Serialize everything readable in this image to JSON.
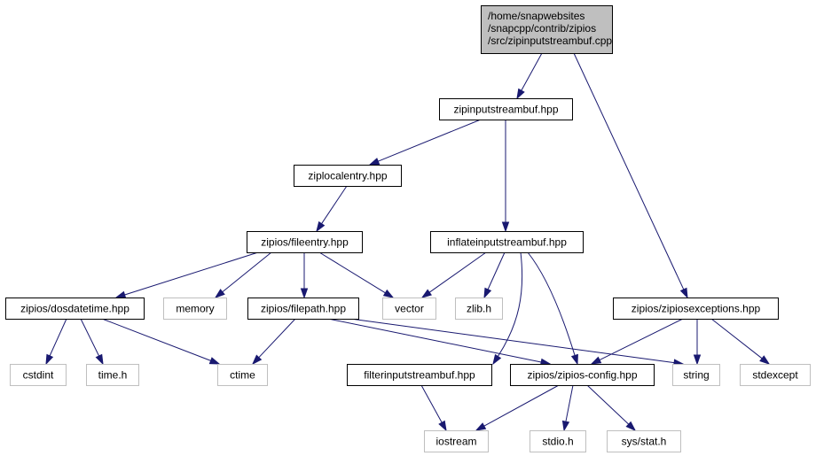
{
  "diagram": {
    "colors": {
      "edge": "#191970",
      "root_fill": "#bfbfbf",
      "external_border": "#bfbfbf",
      "node_border": "#000000"
    },
    "nodes": [
      {
        "id": "root",
        "kind": "root",
        "lines": [
          "/home/snapwebsites",
          "/snapcpp/contrib/zipios",
          "/src/zipinputstreambuf.cpp"
        ]
      },
      {
        "id": "zipinputstreambuf_hpp",
        "kind": "file",
        "lines": [
          "zipinputstreambuf.hpp"
        ]
      },
      {
        "id": "ziplocalentry_hpp",
        "kind": "file",
        "lines": [
          "ziplocalentry.hpp"
        ]
      },
      {
        "id": "fileentry_hpp",
        "kind": "file",
        "lines": [
          "zipios/fileentry.hpp"
        ]
      },
      {
        "id": "inflateinputstreambuf_hpp",
        "kind": "file",
        "lines": [
          "inflateinputstreambuf.hpp"
        ]
      },
      {
        "id": "dosdatetime_hpp",
        "kind": "file",
        "lines": [
          "zipios/dosdatetime.hpp"
        ]
      },
      {
        "id": "memory",
        "kind": "external",
        "lines": [
          "memory"
        ]
      },
      {
        "id": "filepath_hpp",
        "kind": "file",
        "lines": [
          "zipios/filepath.hpp"
        ]
      },
      {
        "id": "vector",
        "kind": "external",
        "lines": [
          "vector"
        ]
      },
      {
        "id": "zlib_h",
        "kind": "external",
        "lines": [
          "zlib.h"
        ]
      },
      {
        "id": "zipiosexceptions_hpp",
        "kind": "file",
        "lines": [
          "zipios/zipiosexceptions.hpp"
        ]
      },
      {
        "id": "cstdint",
        "kind": "external",
        "lines": [
          "cstdint"
        ]
      },
      {
        "id": "time_h",
        "kind": "external",
        "lines": [
          "time.h"
        ]
      },
      {
        "id": "ctime",
        "kind": "external",
        "lines": [
          "ctime"
        ]
      },
      {
        "id": "filterinputstreambuf_hpp",
        "kind": "file",
        "lines": [
          "filterinputstreambuf.hpp"
        ]
      },
      {
        "id": "zipios_config_hpp",
        "kind": "file",
        "lines": [
          "zipios/zipios-config.hpp"
        ]
      },
      {
        "id": "string",
        "kind": "external",
        "lines": [
          "string"
        ]
      },
      {
        "id": "stdexcept",
        "kind": "external",
        "lines": [
          "stdexcept"
        ]
      },
      {
        "id": "iostream",
        "kind": "external",
        "lines": [
          "iostream"
        ]
      },
      {
        "id": "stdio_h",
        "kind": "external",
        "lines": [
          "stdio.h"
        ]
      },
      {
        "id": "sys_stat_h",
        "kind": "external",
        "lines": [
          "sys/stat.h"
        ]
      }
    ],
    "edges": [
      {
        "from": "root",
        "to": "zipinputstreambuf_hpp"
      },
      {
        "from": "root",
        "to": "zipiosexceptions_hpp"
      },
      {
        "from": "zipinputstreambuf_hpp",
        "to": "ziplocalentry_hpp"
      },
      {
        "from": "zipinputstreambuf_hpp",
        "to": "inflateinputstreambuf_hpp"
      },
      {
        "from": "ziplocalentry_hpp",
        "to": "fileentry_hpp"
      },
      {
        "from": "fileentry_hpp",
        "to": "dosdatetime_hpp"
      },
      {
        "from": "fileentry_hpp",
        "to": "memory"
      },
      {
        "from": "fileentry_hpp",
        "to": "filepath_hpp"
      },
      {
        "from": "fileentry_hpp",
        "to": "vector"
      },
      {
        "from": "inflateinputstreambuf_hpp",
        "to": "vector"
      },
      {
        "from": "inflateinputstreambuf_hpp",
        "to": "zlib_h"
      },
      {
        "from": "inflateinputstreambuf_hpp",
        "to": "filterinputstreambuf_hpp"
      },
      {
        "from": "inflateinputstreambuf_hpp",
        "to": "zipios_config_hpp"
      },
      {
        "from": "dosdatetime_hpp",
        "to": "cstdint"
      },
      {
        "from": "dosdatetime_hpp",
        "to": "time_h"
      },
      {
        "from": "dosdatetime_hpp",
        "to": "ctime"
      },
      {
        "from": "filepath_hpp",
        "to": "ctime"
      },
      {
        "from": "filepath_hpp",
        "to": "zipios_config_hpp"
      },
      {
        "from": "filepath_hpp",
        "to": "string"
      },
      {
        "from": "zipiosexceptions_hpp",
        "to": "zipios_config_hpp"
      },
      {
        "from": "zipiosexceptions_hpp",
        "to": "string"
      },
      {
        "from": "zipiosexceptions_hpp",
        "to": "stdexcept"
      },
      {
        "from": "filterinputstreambuf_hpp",
        "to": "iostream"
      },
      {
        "from": "zipios_config_hpp",
        "to": "iostream"
      },
      {
        "from": "zipios_config_hpp",
        "to": "stdio_h"
      },
      {
        "from": "zipios_config_hpp",
        "to": "sys_stat_h"
      }
    ]
  }
}
